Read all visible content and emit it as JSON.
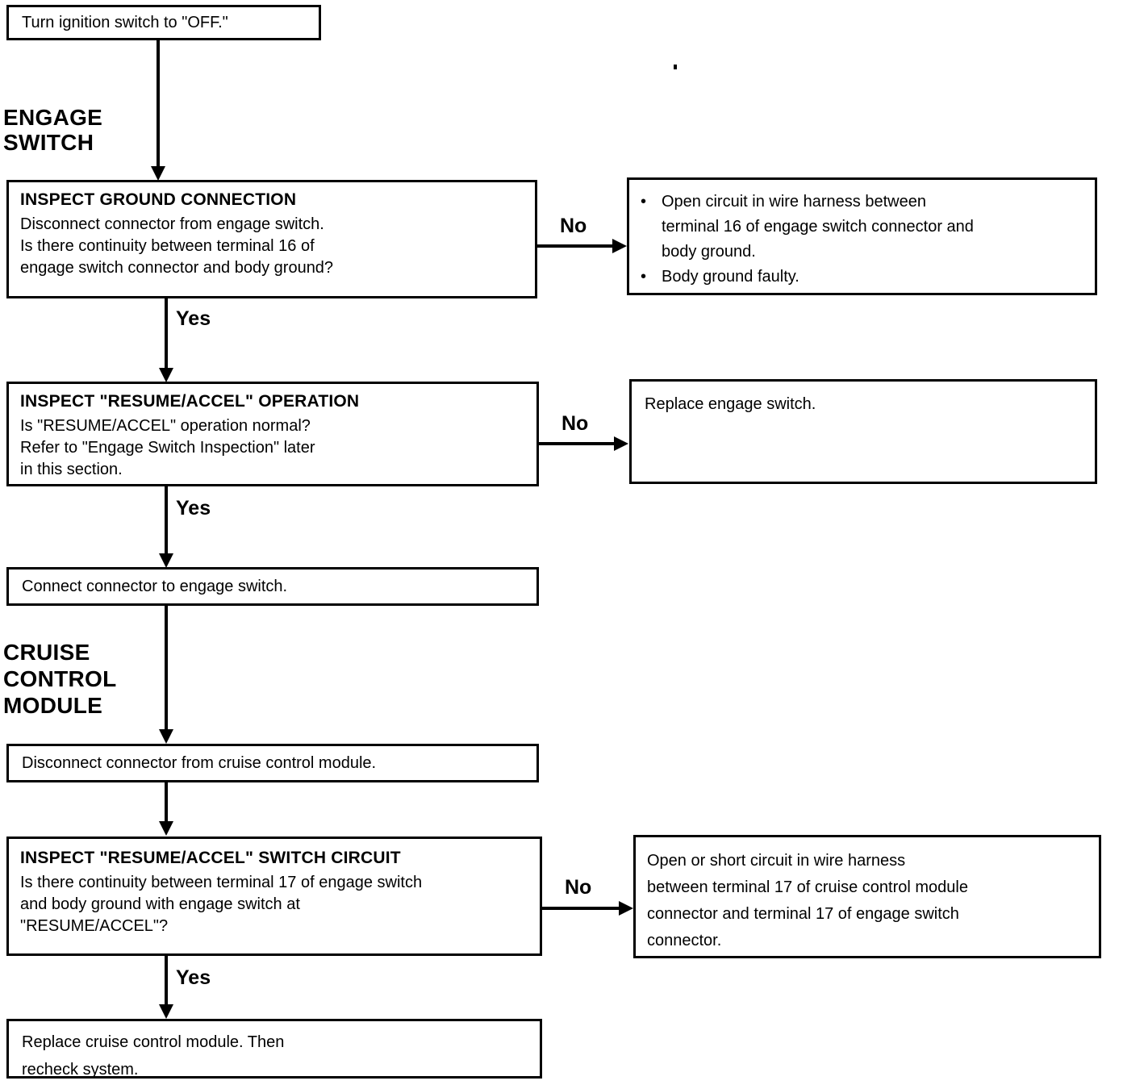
{
  "flowchart": {
    "start": {
      "text": "Turn ignition switch to \"OFF.\""
    },
    "section_labels": {
      "engage_switch": "ENGAGE\nSWITCH",
      "cruise_control_module": "CRUISE\nCONTROL\nMODULE"
    },
    "edge_labels": {
      "yes": "Yes",
      "no": "No"
    },
    "bullet_char": "•",
    "steps": {
      "ground": {
        "title": "INSPECT GROUND CONNECTION",
        "body": "Disconnect connector from engage switch.\nIs there continuity between terminal 16 of\nengage switch connector and body ground?"
      },
      "resume_accel_operation": {
        "title": "INSPECT \"RESUME/ACCEL\" OPERATION",
        "body": "Is \"RESUME/ACCEL\" operation normal?\nRefer to \"Engage Switch Inspection\" later\nin this section."
      },
      "connect_connector": {
        "text": "Connect connector to engage switch."
      },
      "disconnect_module": {
        "text": "Disconnect connector from cruise control module."
      },
      "resume_accel_circuit": {
        "title": "INSPECT \"RESUME/ACCEL\" SWITCH CIRCUIT",
        "body": "Is there continuity between terminal 17 of engage switch\nand body ground with engage switch at\n\"RESUME/ACCEL\"?"
      },
      "replace_module": {
        "text": "Replace cruise control module. Then\nrecheck system."
      }
    },
    "results": {
      "ground_no": {
        "bullets": [
          "Open circuit in wire harness between\nterminal 16 of engage switch connector and\nbody ground.",
          "Body ground faulty."
        ]
      },
      "operation_no": {
        "text": "Replace engage switch."
      },
      "circuit_no": {
        "text": "Open or short circuit in wire harness\nbetween terminal 17 of cruise control module\nconnector and terminal 17 of engage switch\nconnector."
      }
    }
  }
}
